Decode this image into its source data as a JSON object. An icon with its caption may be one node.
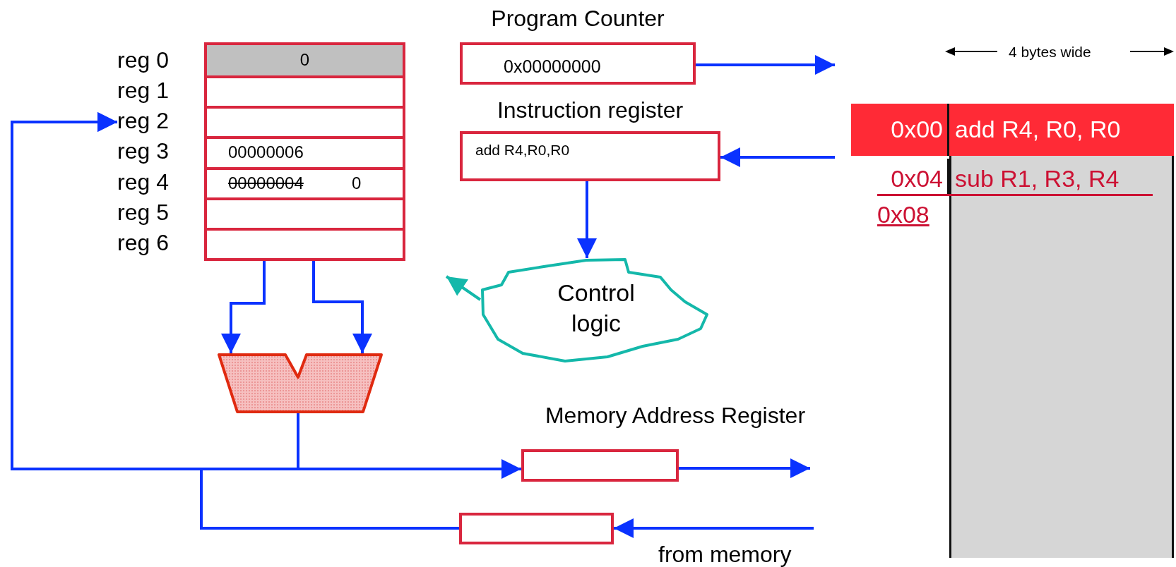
{
  "diagram": {
    "nodes": [
      {
        "text": [],
        "shape": "box"
      },
      {
        "text": [
          "0"
        ],
        "in": 0,
        "beside": [
          "reg 0"
        ]
      },
      {
        "text": [],
        "shape": "box",
        "in": 0,
        "beside": [
          "reg 1"
        ]
      },
      {
        "text": [],
        "shape": "box",
        "in": 0,
        "beside": [
          "reg 2"
        ]
      },
      {
        "text": [
          "00000006"
        ],
        "in": 0,
        "beside": [
          "reg 3"
        ]
      },
      {
        "text": [
          "00000004",
          "0"
        ],
        "in": 0,
        "beside": [
          "reg 4"
        ]
      },
      {
        "text": [],
        "shape": "box",
        "in": 0,
        "beside": [
          "reg 5"
        ]
      },
      {
        "text": [],
        "shape": "box",
        "in": 0,
        "beside": [
          "reg 6"
        ]
      },
      {
        "text": [],
        "shape": "trapezoid"
      },
      {
        "text": [
          "Program Counter",
          "0x00000000"
        ]
      },
      {
        "text": [
          "Instruction register",
          "add R4,R0,R0"
        ]
      },
      {
        "text": [
          "Control logic"
        ]
      },
      {
        "text": [
          "Memory Address Register"
        ]
      },
      {
        "text": [],
        "shape": "box"
      },
      {
        "text": [],
        "shape": "box"
      },
      {
        "text": [
          "0x00",
          "add R4, R0, R0"
        ]
      },
      {
        "text": [
          "0x04",
          "sub R1, R3, R4"
        ]
      }
    ],
    "edges": [
      {
        "from": 0,
        "to": 8,
        "arrow": "to"
      },
      {
        "from": 0,
        "to": 8,
        "arrow": "to"
      },
      {
        "from": 8,
        "to": 3,
        "arrow": "to"
      },
      {
        "from": 8,
        "to": 12,
        "arrow": "to"
      },
      {
        "from": 9,
        "to": null,
        "arrow": "to"
      },
      {
        "from": null,
        "to": 10,
        "arrow": "to"
      },
      {
        "from": 10,
        "to": 11,
        "arrow": "to"
      },
      {
        "from": 11,
        "to": null,
        "arrow": "to",
        "color": "#14b8aa"
      },
      {
        "from": 12,
        "to": null,
        "arrow": "to"
      },
      {
        "from": null,
        "to": 13,
        "arrow": "to",
        "label": "from memory"
      },
      {
        "from": 13,
        "to": 3,
        "arrow": "to"
      }
    ],
    "labels": [
      "4 bytes wide",
      "0x08"
    ]
  }
}
